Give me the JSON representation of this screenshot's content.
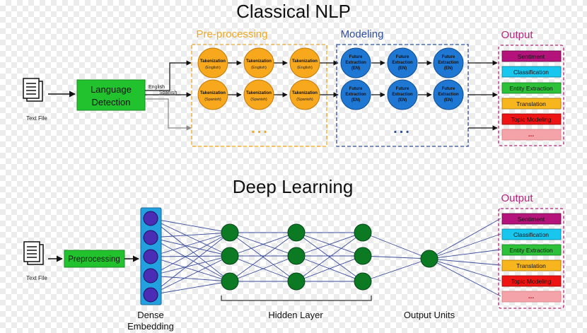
{
  "classical": {
    "title": "Classical NLP",
    "input_label": "Text File",
    "language_detection_lines": [
      "Language",
      "Detection"
    ],
    "lang_en": "English",
    "lang_es": "Spanish",
    "preprocessing_title": "Pre-processing",
    "modeling_title": "Modeling",
    "output_title": "Output",
    "token_title": "Takenization",
    "token_en": "(English)",
    "token_es": "(Spanish)",
    "feat_lines": [
      "Future",
      "Extraction",
      "(EN)"
    ],
    "ellipsis": "...",
    "outputs": [
      "Sentiment",
      "Classification",
      "Entity Extraction",
      "Translation",
      "Topic Modeling",
      "..."
    ]
  },
  "deep": {
    "title": "Deep Learning",
    "input_label": "Text File",
    "preprocessing_label": "Preprocessing",
    "dense_lines": [
      "Dense",
      "Embedding"
    ],
    "hidden_label": "Hidden Layer",
    "output_units_label": "Output Units",
    "output_title": "Output",
    "outputs": [
      "Sentiment",
      "Classification",
      "Entity Extraction",
      "Translation",
      "Topic Modeling",
      "..."
    ]
  },
  "colors": {
    "green_box": "#22c22e",
    "orange_node": "#f8a81c",
    "blue_node": "#1f77d4",
    "dark_green_node": "#0b7a22",
    "purple_node": "#4b2db5",
    "embedding_bg": "#22a0e0",
    "preproc_orange": "#f0a620",
    "modeling_blue": "#2f4f9f",
    "output_magenta": "#b4237a",
    "out_sentiment": "#b3137a",
    "out_classification": "#19c6ee",
    "out_entity": "#2dc13a",
    "out_translation": "#f7b51e",
    "out_topic": "#ee1414",
    "out_more": "#f4a3a9"
  }
}
